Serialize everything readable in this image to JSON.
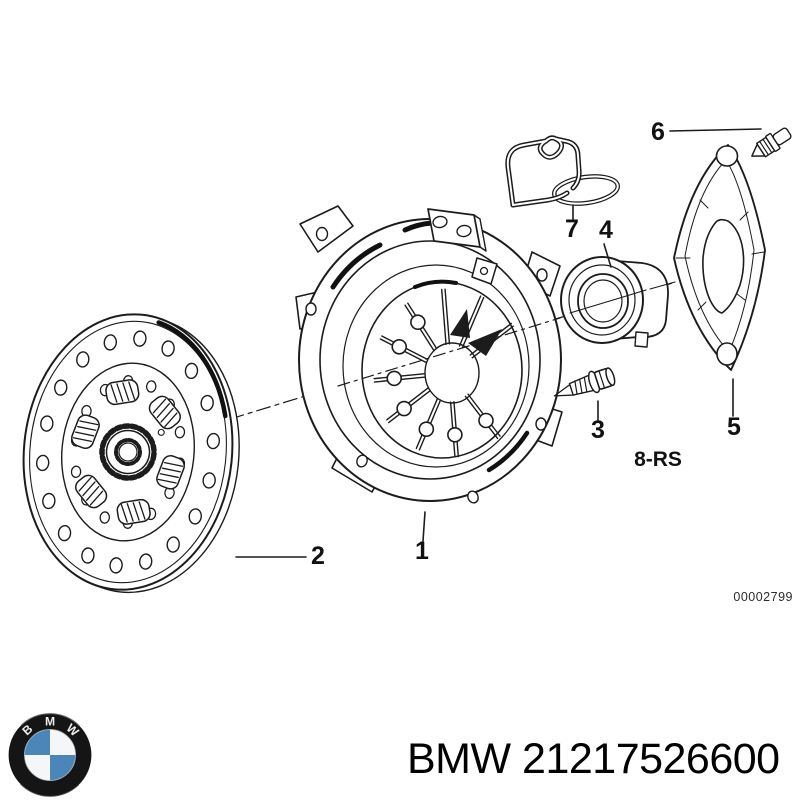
{
  "diagram": {
    "drawing_number": "00002799",
    "variant_code": "8-RS",
    "callouts": [
      {
        "ref": "1"
      },
      {
        "ref": "2"
      },
      {
        "ref": "3"
      },
      {
        "ref": "4"
      },
      {
        "ref": "5"
      },
      {
        "ref": "6"
      },
      {
        "ref": "7"
      }
    ]
  },
  "footer": {
    "title": "BMW 21217526600"
  },
  "logo": {
    "letters": [
      "B",
      "M",
      "W"
    ],
    "colors": {
      "ring": "#151515",
      "blue": "#4c86b8",
      "white_quadrant": "#f4f6f8"
    }
  }
}
